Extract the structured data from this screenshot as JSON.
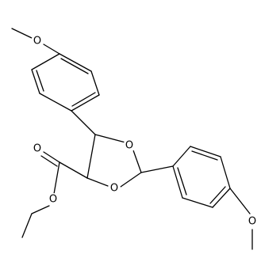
{
  "molecule": {
    "atom_labels": {
      "o_methoxy_top": "O",
      "o_ring_right": "O",
      "o_ring_bottom": "O",
      "o_carbonyl": "O",
      "o_ester": "O",
      "o_methoxy_bottom": "O"
    },
    "colors": {
      "bond": "#000000",
      "label": "#000000",
      "background": "#ffffff"
    }
  }
}
